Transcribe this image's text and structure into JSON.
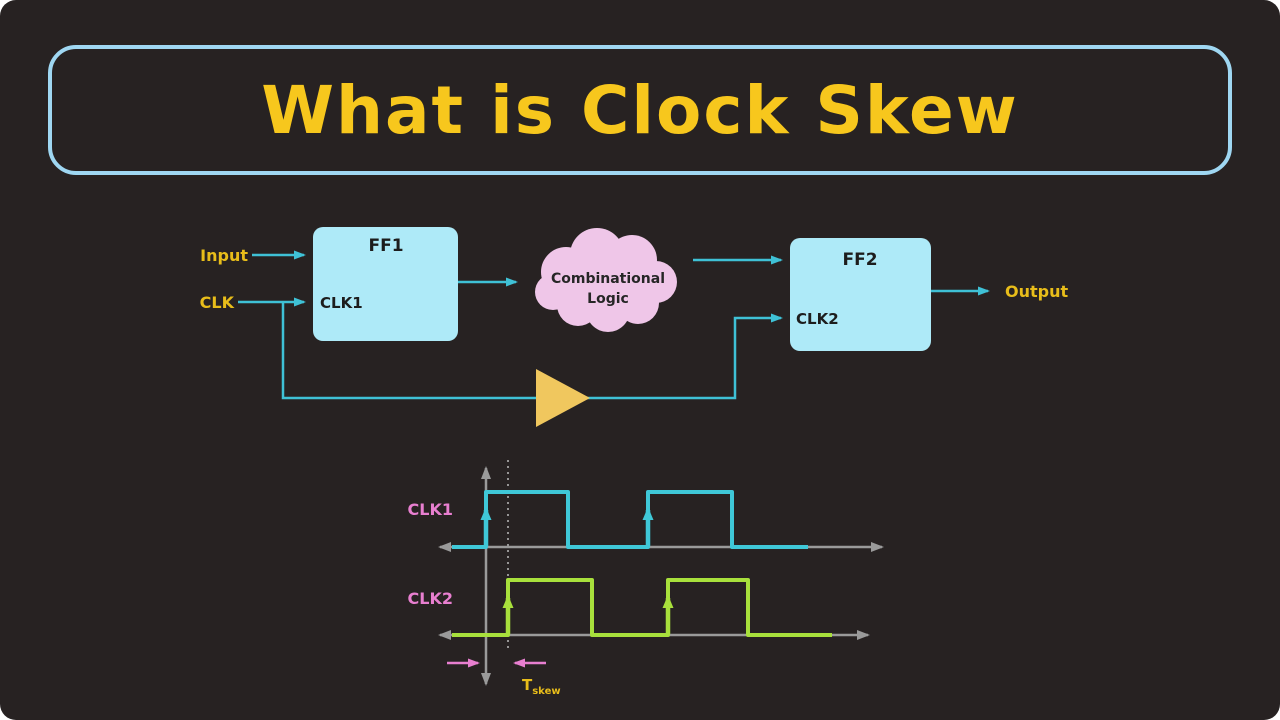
{
  "title": "What is Clock Skew",
  "colors": {
    "background": "#272222",
    "title_text": "#f7c71d",
    "title_border": "#9fd7f2",
    "flipflop_fill": "#aeeaf8",
    "cloud_fill": "#efc6e8",
    "buffer_fill": "#f0c75e",
    "wire_cyan": "#3fc1d6",
    "label_yellow": "#e8bd1a",
    "label_pink": "#e87fd0",
    "waveform_clk1": "#3fc8d8",
    "waveform_clk2": "#a8e03c",
    "axis_gray": "#9a9a9a",
    "box_text": "#1d1d1d"
  },
  "circuit": {
    "input_label": "Input",
    "clk_label": "CLK",
    "ff1": {
      "title": "FF1",
      "clk_pin": "CLK1"
    },
    "ff2": {
      "title": "FF2",
      "clk_pin": "CLK2"
    },
    "cloud": {
      "line1": "Combinational",
      "line2": "Logic"
    },
    "output_label": "Output",
    "buffer_icon": "clock-buffer"
  },
  "timing": {
    "clk1_label": "CLK1",
    "clk2_label": "CLK2",
    "tskew": {
      "main": "T",
      "sub": "skew"
    }
  }
}
